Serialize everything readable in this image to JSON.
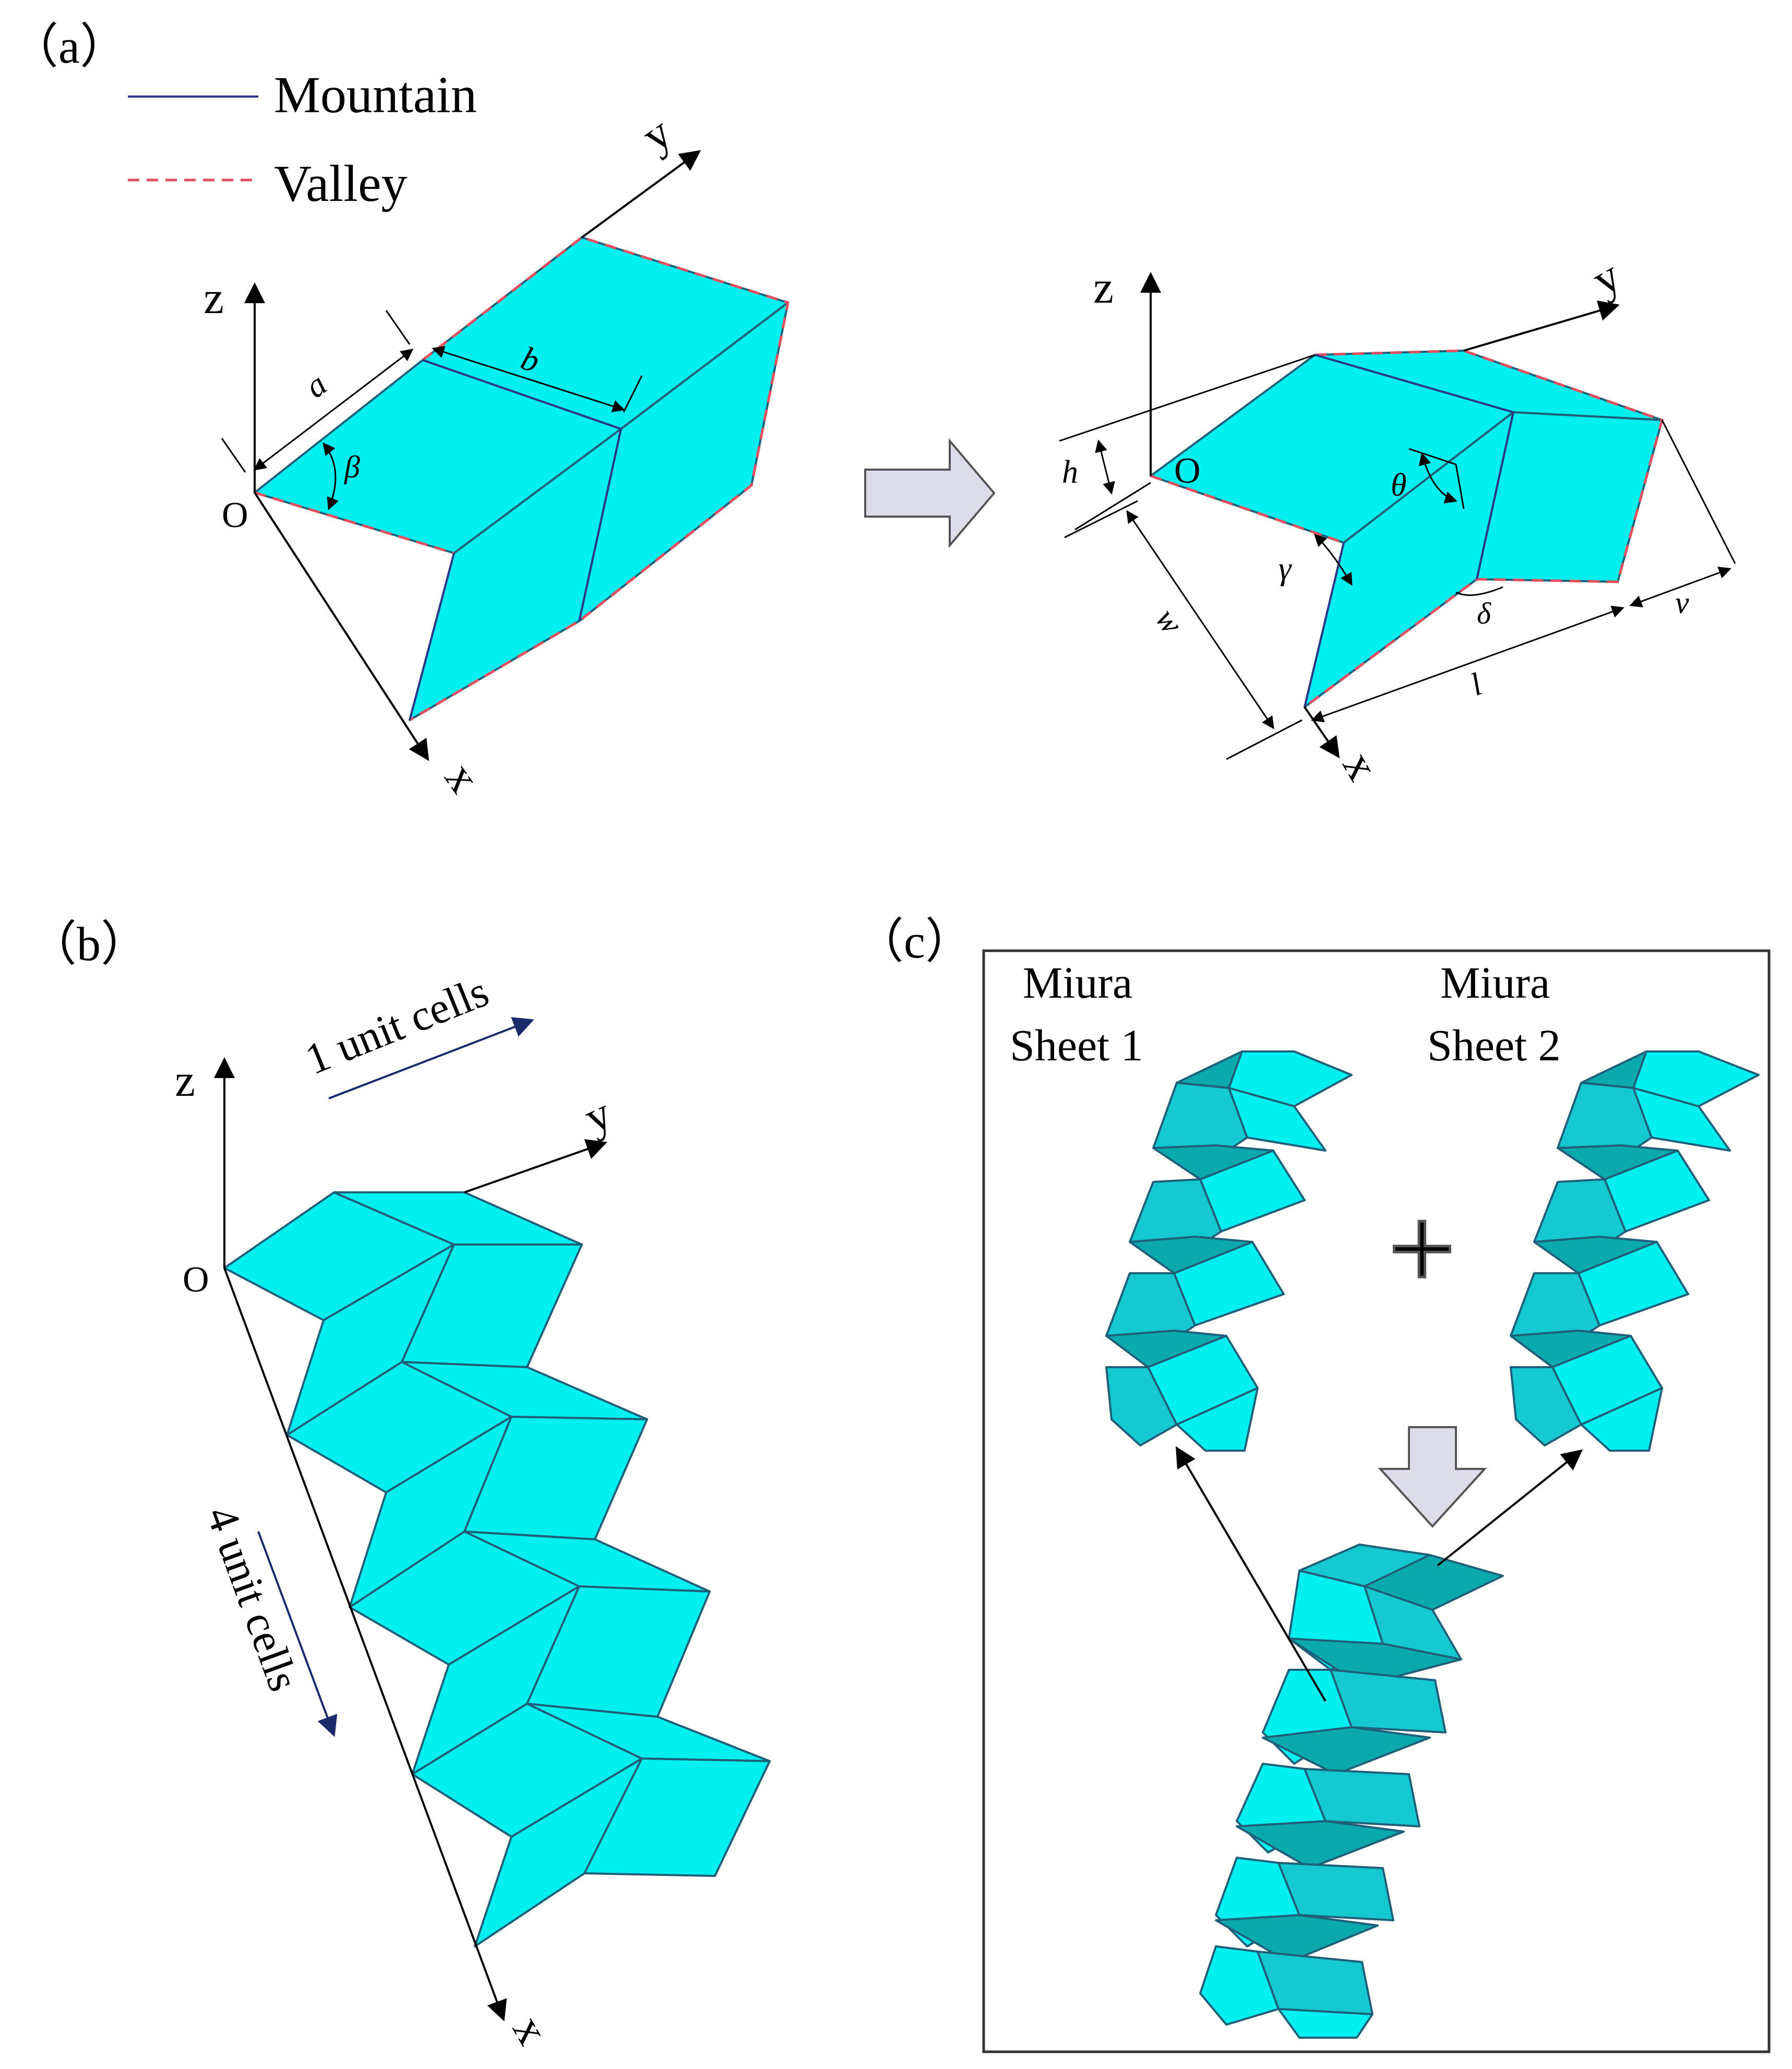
{
  "panel_a": {
    "label": "（a）",
    "legend": {
      "mountain": "Mountain",
      "valley": "Valley"
    },
    "left": {
      "z": "z",
      "y": "y",
      "x": "x",
      "o": "O",
      "a": "a",
      "b": "b",
      "beta": "β"
    },
    "right": {
      "z": "z",
      "y": "y",
      "x": "x",
      "o": "O",
      "h": "h",
      "w": "w",
      "l": "l",
      "v": "v",
      "theta": "θ",
      "gamma": "γ",
      "delta": "δ"
    }
  },
  "panel_b": {
    "label": "（b）",
    "z": "z",
    "y": "y",
    "x": "x",
    "o": "O",
    "cells_y": "1 unit cells",
    "cells_x": "4 unit cells"
  },
  "panel_c": {
    "label": "（c）",
    "sheet1_l1": "Miura",
    "sheet1_l2": "Sheet 1",
    "sheet2_l1": "Miura",
    "sheet2_l2": "Sheet 2",
    "plus": "+"
  },
  "colors": {
    "face": "#00f0f0",
    "dark_face": "#0aa9ad",
    "mountain": "#2a3a8a",
    "valley": "#e05060"
  }
}
